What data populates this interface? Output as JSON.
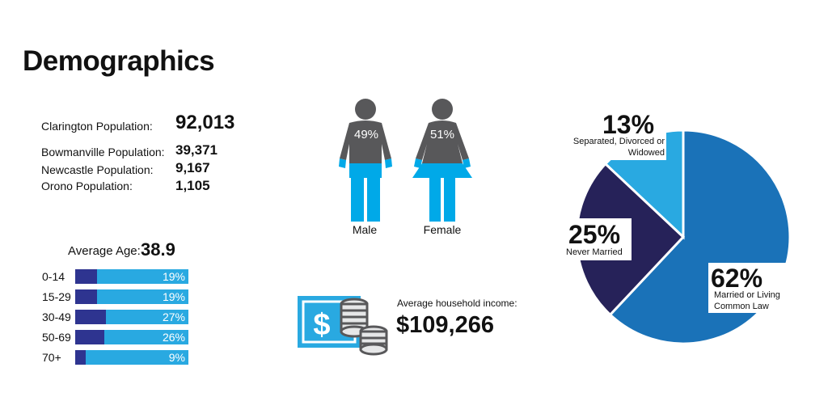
{
  "title": "Demographics",
  "population": {
    "clarington": {
      "label": "Clarington Population:",
      "value": "92,013"
    },
    "bowmanville": {
      "label": "Bowmanville Population:",
      "value": "39,371"
    },
    "newcastle": {
      "label": "Newcastle Population:",
      "value": "9,167"
    },
    "orono": {
      "label": "Orono Population:",
      "value": "1,105"
    }
  },
  "average_age": {
    "label": "Average Age:",
    "value": "38.9"
  },
  "gender": {
    "male": {
      "label": "Male",
      "percent": "49%"
    },
    "female": {
      "label": "Female",
      "percent": "51%"
    }
  },
  "income": {
    "label": "Average household income:",
    "value": "$109,266",
    "icon": "cash-and-coins-icon"
  },
  "colors": {
    "light_blue": "#29a9e1",
    "dark_navy": "#2e3490",
    "pie_blue": "#1a72b8",
    "pie_navy": "#262259",
    "figure_gray": "#58585a"
  },
  "chart_data": [
    {
      "type": "bar",
      "stacked": true,
      "categories": [
        "0-14",
        "15-29",
        "30-49",
        "50-69",
        "70+"
      ],
      "values": [
        19,
        19,
        27,
        26,
        9
      ],
      "labels": [
        "19%",
        "19%",
        "27%",
        "26%",
        "9%"
      ],
      "max": 100
    },
    {
      "type": "pie",
      "slices": [
        {
          "value": 62,
          "label": "62%",
          "desc": "Married or Living Common Law",
          "color": "#1a72b8"
        },
        {
          "value": 25,
          "label": "25%",
          "desc": "Never Married",
          "color": "#262259"
        },
        {
          "value": 13,
          "label": "13%",
          "desc": "Separated, Divorced or Widowed",
          "color": "#29a9e1"
        }
      ]
    }
  ]
}
